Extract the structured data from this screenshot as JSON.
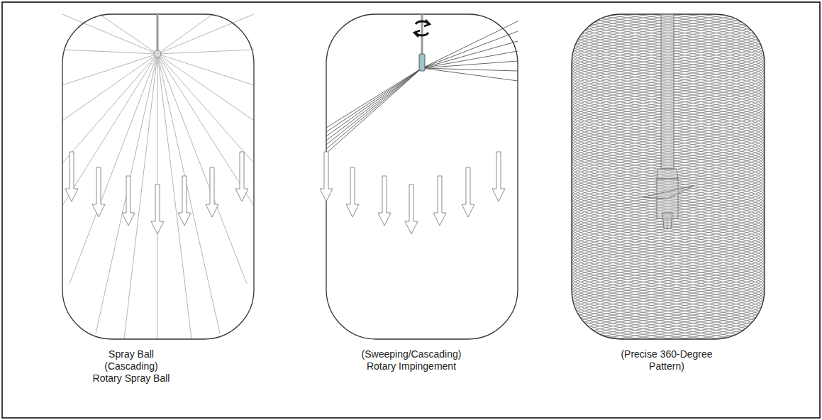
{
  "diagram": {
    "labels": [
      "Spray Ball",
      "(Cascading)",
      "Rotary Spray Ball",
      "(Sweeping/Cascading)",
      "Rotary Impingement",
      "(Precise 360-Degree",
      "Pattern)"
    ]
  }
}
